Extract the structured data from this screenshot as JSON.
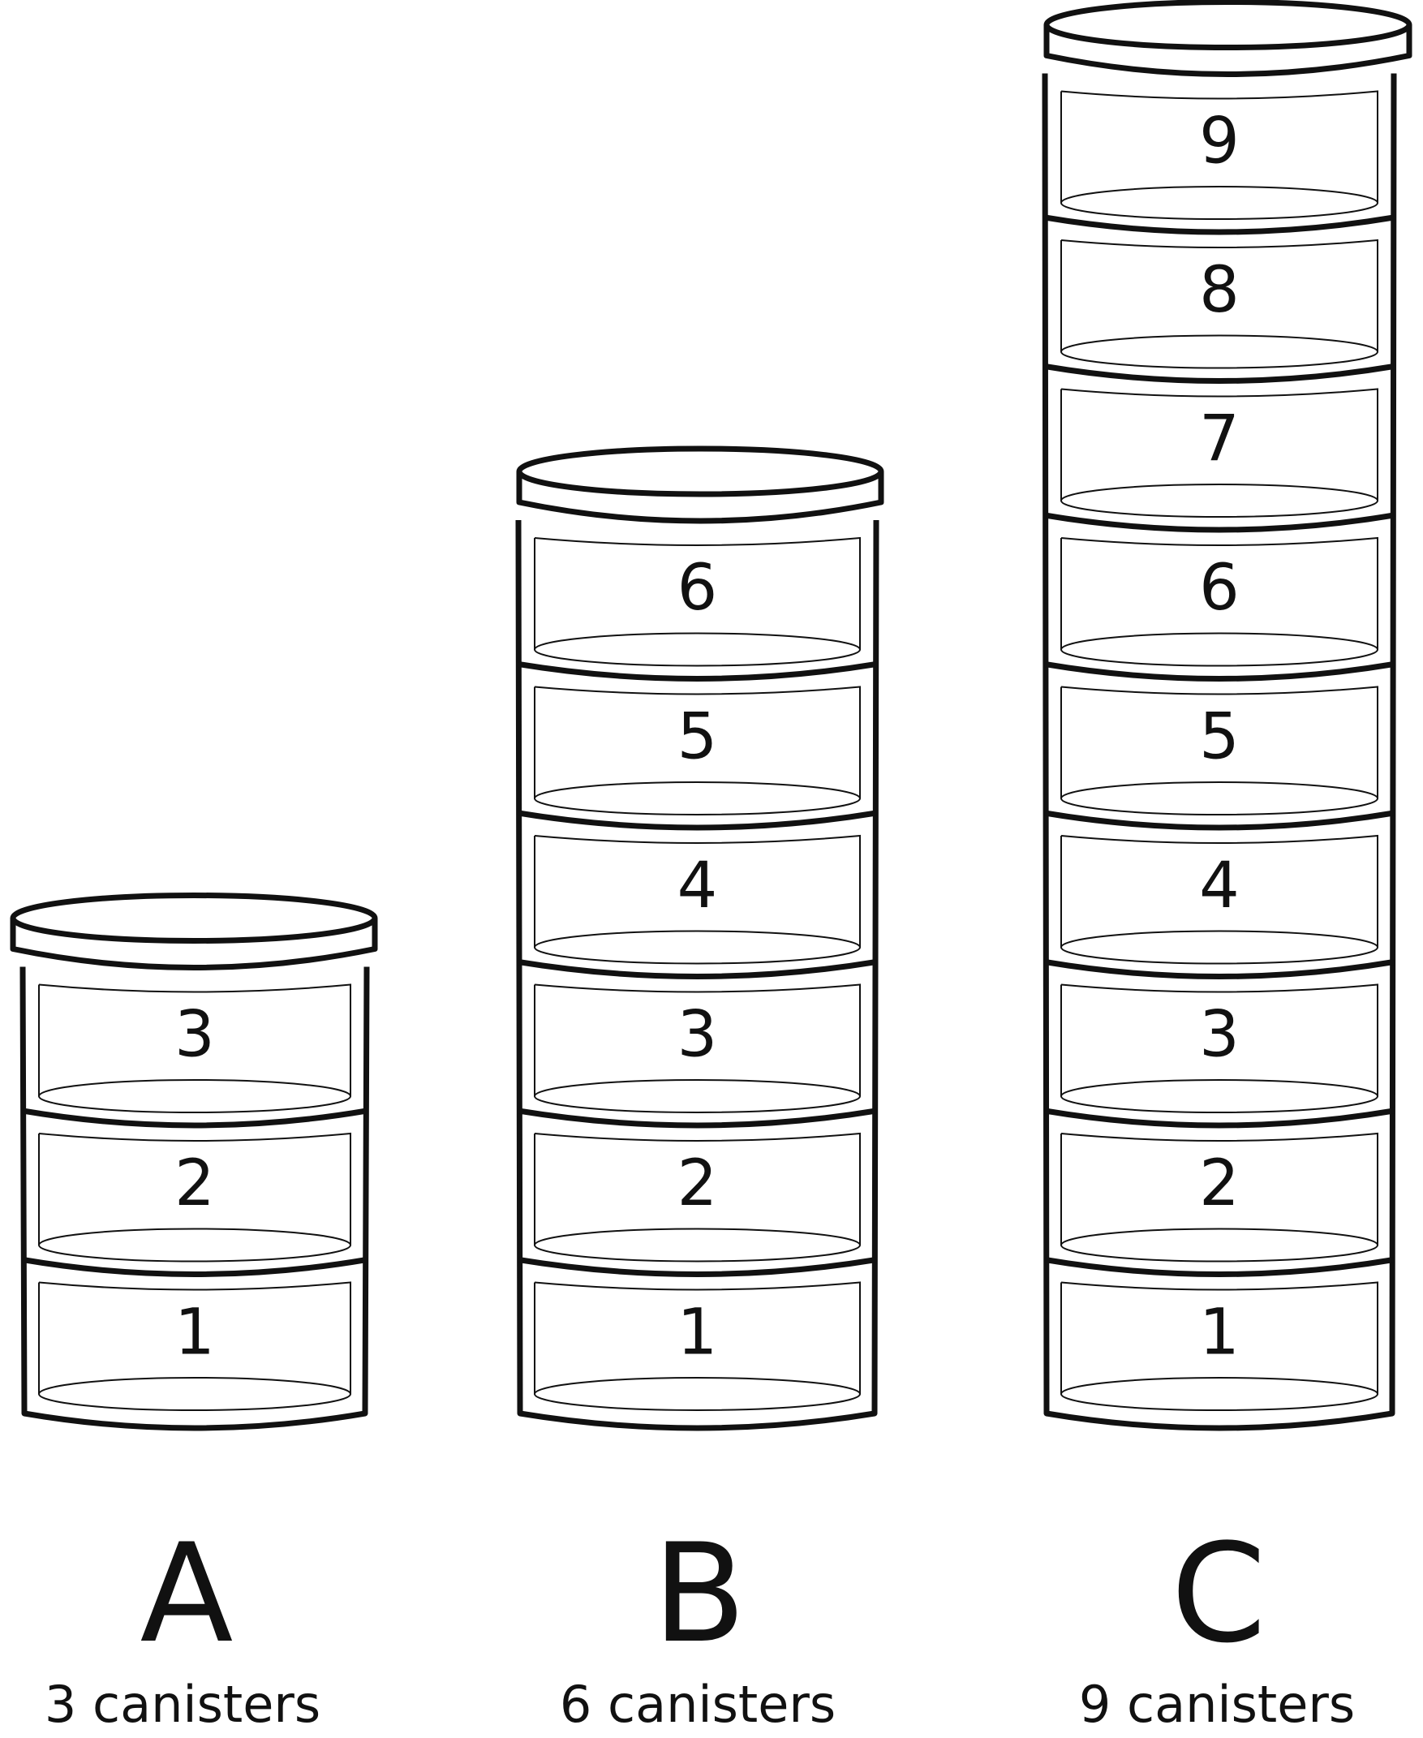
{
  "figure": {
    "stroke_color": "#111111",
    "background": "#ffffff"
  },
  "stacks": [
    {
      "letter": "A",
      "caption": "3 canisters",
      "count": 3,
      "numbers": [
        "1",
        "2",
        "3"
      ]
    },
    {
      "letter": "B",
      "caption": "6 canisters",
      "count": 6,
      "numbers": [
        "1",
        "2",
        "3",
        "4",
        "5",
        "6"
      ]
    },
    {
      "letter": "C",
      "caption": "9 canisters",
      "count": 9,
      "numbers": [
        "1",
        "2",
        "3",
        "4",
        "5",
        "6",
        "7",
        "8",
        "9"
      ]
    }
  ]
}
